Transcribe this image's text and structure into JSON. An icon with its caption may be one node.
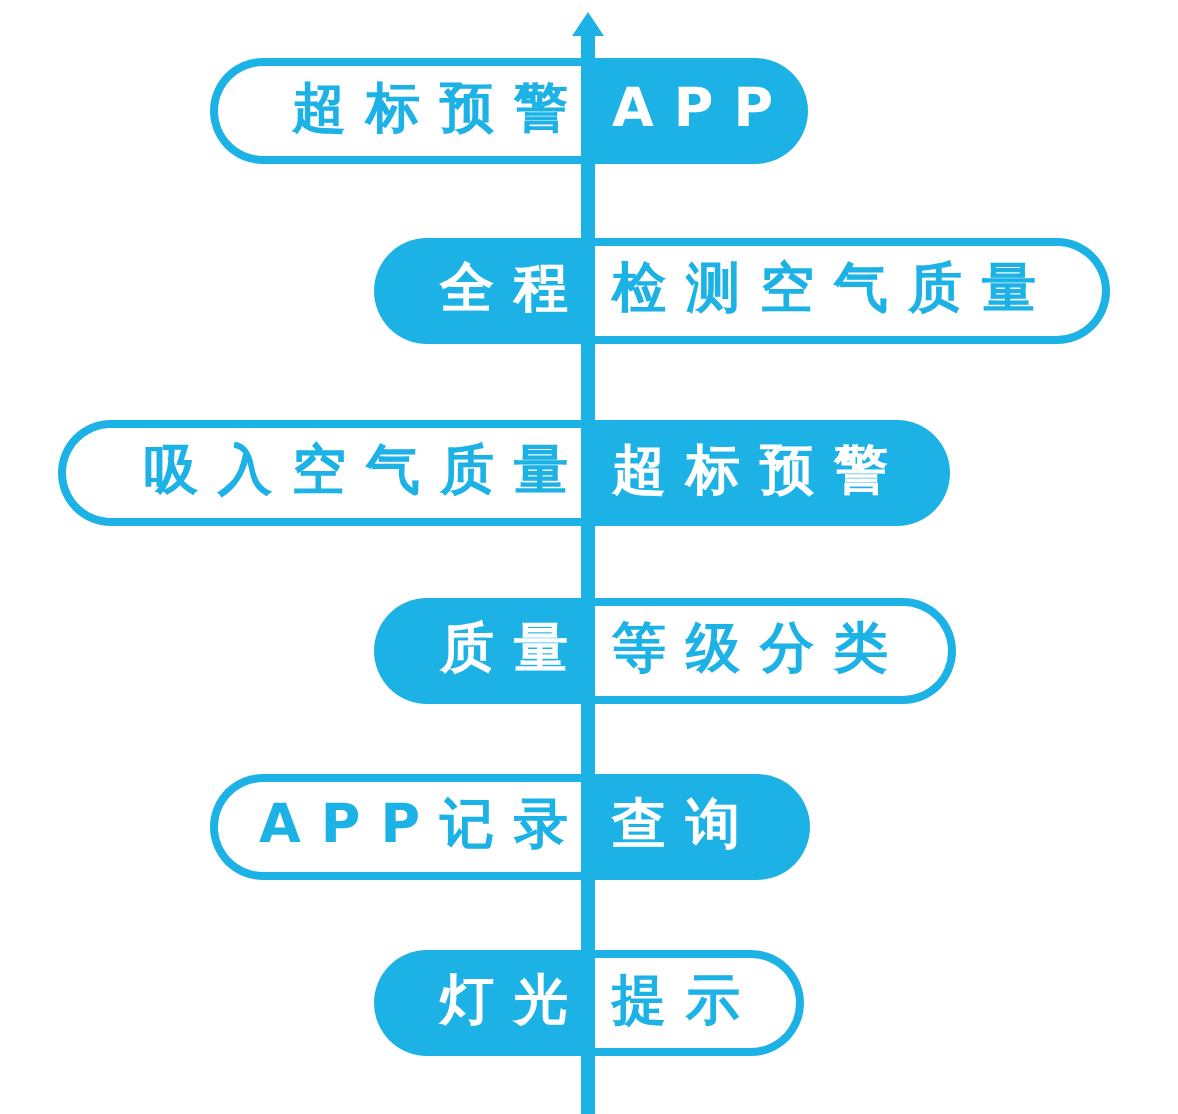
{
  "diagram": {
    "nodes": [
      {
        "text": [
          "超标预警"
        ]
      },
      {
        "text": [
          "APP"
        ]
      },
      {
        "text": [
          "全程"
        ]
      },
      {
        "text": [
          "检测空气质量"
        ]
      },
      {
        "text": [
          "吸入空气质量"
        ]
      },
      {
        "text": [
          "超标预警"
        ]
      },
      {
        "text": [
          "质量"
        ]
      },
      {
        "text": [
          "等级分类"
        ]
      },
      {
        "text": [
          "APP记录"
        ]
      },
      {
        "text": [
          "查询"
        ]
      },
      {
        "text": [
          "灯光"
        ]
      },
      {
        "text": [
          "提示"
        ]
      }
    ]
  }
}
